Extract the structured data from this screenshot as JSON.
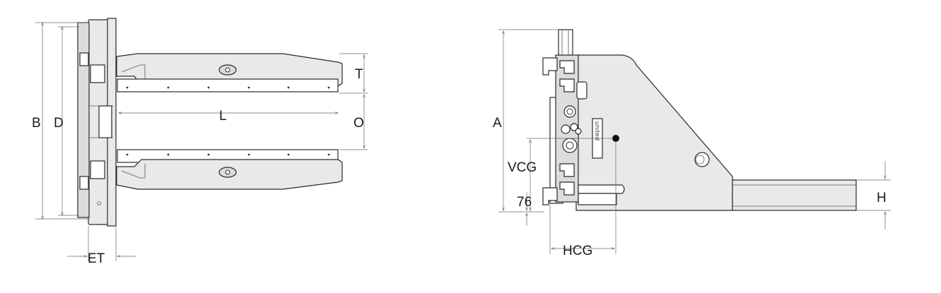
{
  "diagram": {
    "labels": {
      "B": "B",
      "D": "D",
      "L": "L",
      "T": "T",
      "O": "O",
      "ET": "ET",
      "A": "A",
      "VCG": "VCG",
      "seventy_six": "76",
      "HCG": "HCG",
      "H": "H"
    },
    "brand_text": "united",
    "colors": {
      "line": "#2a2a2a",
      "fill_light": "#e9e9e9",
      "fill_mid": "#dcdcdc",
      "label": "#1a1a1a"
    }
  }
}
